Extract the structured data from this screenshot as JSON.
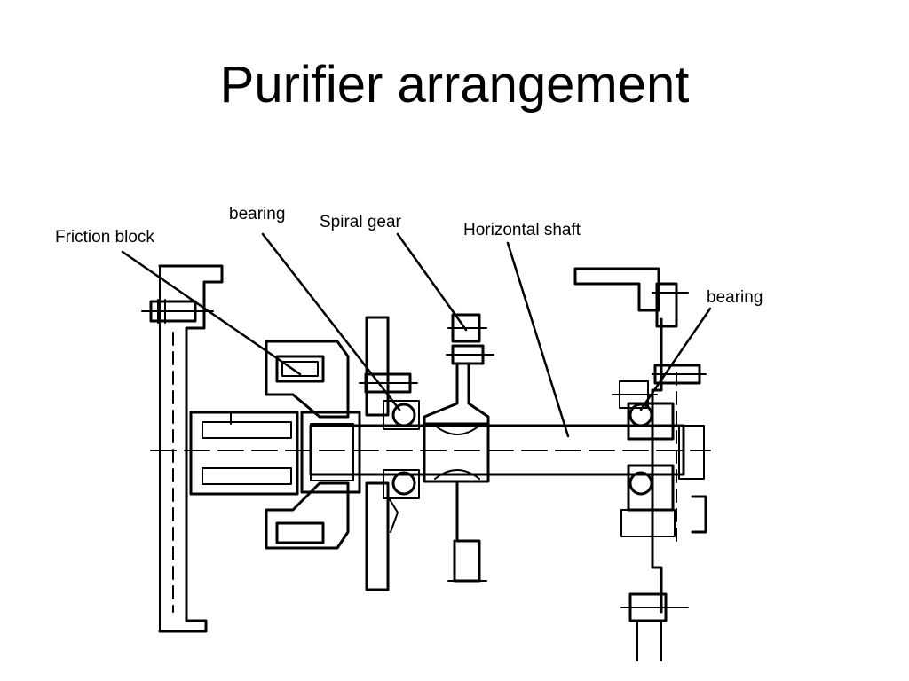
{
  "slide": {
    "title": "Purifier arrangement"
  },
  "diagram": {
    "labels": {
      "friction_block": "Friction block",
      "bearing_left": "bearing",
      "spiral_gear": "Spiral gear",
      "horizontal_shaft": "Horizontal shaft",
      "bearing_right": "bearing"
    }
  }
}
